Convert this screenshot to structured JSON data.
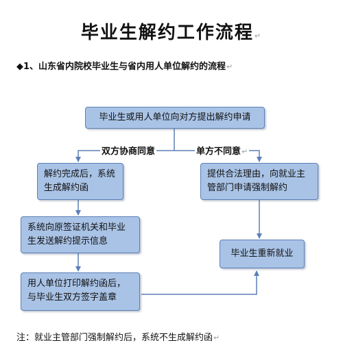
{
  "title": "毕业生解约工作流程",
  "subtitle": "◆1、山东省内院校毕业生与省内用人单位解约的流程",
  "nodes": {
    "apply": "毕业生或用人单位向对方提出解约申请",
    "done": "解约完成后，系统生成解约函",
    "send": "系统向原签证机关和毕业生发送解约提示信息",
    "print": "用人单位打印解约函后，与毕业生双方签字盖章",
    "reason": "提供合法理由，向就业主管部门申请强制解约",
    "reemploy": "毕业生重新就业"
  },
  "edge_labels": {
    "agree": "双方协商同意",
    "disagree": "单方不同意"
  },
  "note": "注：就业主管部门强制解约后，系统不生成解约函",
  "colors": {
    "box_fill": "#a9c3e6",
    "box_border": "#5b7fb6",
    "arrow": "#5b7fb6"
  }
}
